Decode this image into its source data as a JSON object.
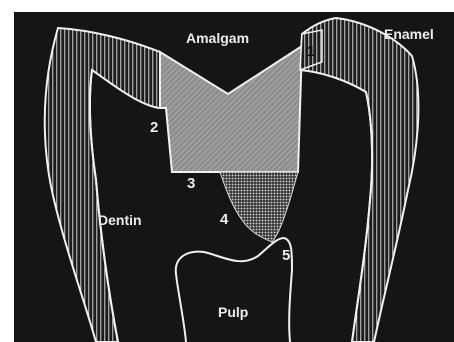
{
  "labels": {
    "amalgam": "Amalgam",
    "enamel": "Enamel",
    "dentin": "Dentin",
    "pulp": "Pulp"
  },
  "markers": [
    "1",
    "2",
    "3",
    "4",
    "5"
  ],
  "colors": {
    "background": "#151515",
    "outline": "#f0f0f0",
    "label_text": "#ececec",
    "amalgam_fill": "#9a9a9a",
    "liner_fill": "#c8c8c8",
    "page_border": "#ffffff"
  }
}
